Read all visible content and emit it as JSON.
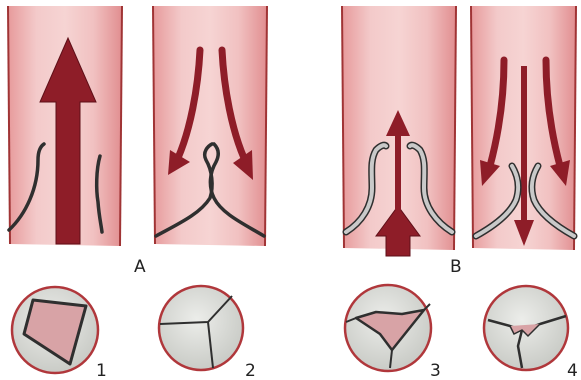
{
  "labels": {
    "a": "A",
    "b": "B",
    "n1": "1",
    "n2": "2",
    "n3": "3",
    "n4": "4"
  },
  "colors": {
    "vessel_light": "#f2c6c6",
    "vessel_mid": "#e9a2a3",
    "vessel_edge": "#a03435",
    "arrow": "#8e1d28",
    "arrow_dark": "#5f0f18",
    "leaflet_dark": "#2f2f2f",
    "leaflet_light": "#c9c9c9",
    "circle_fill": "#dadcd8",
    "circle_rim": "#b0373b",
    "leak": "#d8a3a6"
  },
  "panels": [
    {
      "id": "A-open",
      "state": "valve open, forward flow"
    },
    {
      "id": "A-closed",
      "state": "valve closed, backflow stopped"
    },
    {
      "id": "B-open",
      "state": "stiff valve, narrowed forward flow"
    },
    {
      "id": "B-closed",
      "state": "valve leaks, regurgitation"
    }
  ]
}
